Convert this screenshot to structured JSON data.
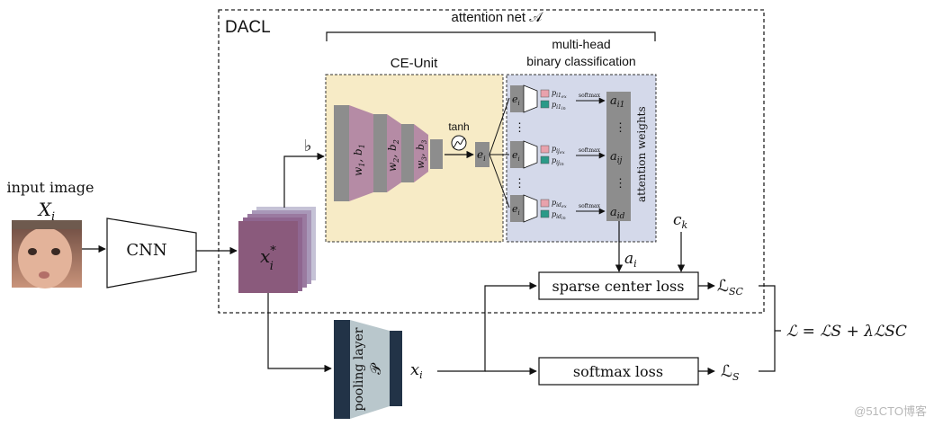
{
  "input": {
    "title": "input image",
    "symbol": "X",
    "sub": "i"
  },
  "cnn": {
    "label": "CNN"
  },
  "feature_map": {
    "symbol": "x",
    "sup": "*",
    "sub": "i"
  },
  "dacl": {
    "label": "DACL",
    "attention_net_label": "attention net 𝒜"
  },
  "ce_unit": {
    "label": "CE-Unit",
    "layers": [
      {
        "w": "w",
        "w_sub": "1",
        "b": "b",
        "b_sub": "1"
      },
      {
        "w": "w",
        "w_sub": "2",
        "b": "b",
        "b_sub": "2"
      },
      {
        "w": "w",
        "w_sub": "3",
        "b": "b",
        "b_sub": "3"
      }
    ],
    "tanh": "tanh",
    "e": "e",
    "e_sub": "i",
    "flat_symbol": "♭"
  },
  "multihead": {
    "label_line1": "multi-head",
    "label_line2": "binary classification",
    "heads": [
      {
        "pex": "p",
        "pex_sub": "i1",
        "pex_subsub": "ex",
        "pin": "p",
        "pin_sub": "i1",
        "pin_subsub": "in",
        "softmax": "softmax",
        "a": "a",
        "a_sub": "i1"
      },
      {
        "pex": "p",
        "pex_sub": "ij",
        "pex_subsub": "ex",
        "pin": "p",
        "pin_sub": "ij",
        "pin_subsub": "in",
        "softmax": "softmax",
        "a": "a",
        "a_sub": "ij"
      },
      {
        "pex": "p",
        "pex_sub": "id",
        "pex_subsub": "ex",
        "pin": "p",
        "pin_sub": "id",
        "pin_subsub": "in",
        "softmax": "softmax",
        "a": "a",
        "a_sub": "id"
      }
    ],
    "head_e": "e",
    "head_e_sub": "i",
    "dots": "⋮",
    "attention_weights_label": "attention weights"
  },
  "ai_label": {
    "a": "a",
    "sub": "i"
  },
  "ck_label": {
    "c": "c",
    "sub": "k"
  },
  "sparse_center_loss": {
    "label": "sparse center loss",
    "out": "ℒ",
    "out_sub": "SC"
  },
  "softmax_loss": {
    "label": "softmax loss",
    "out": "ℒ",
    "out_sub": "S"
  },
  "pooling": {
    "label_line1": "pooling layer",
    "label_line2": "𝒫"
  },
  "xi": {
    "x": "x",
    "sub": "i"
  },
  "total_loss": "ℒ = ℒS + λℒSC",
  "watermark": "@51CTO博客",
  "colors": {
    "ce_unit_bg": "#f7ebc6",
    "multihead_bg": "#d4d9ea",
    "layer_pink": "#b58ba5",
    "layer_grey": "#8d8d8d",
    "feature_map": "#8a5a7c",
    "pooling_dark": "#223347",
    "pooling_light": "#b9c7cc",
    "pink_square": "#e8a2ac",
    "teal_square": "#2b9a88"
  }
}
